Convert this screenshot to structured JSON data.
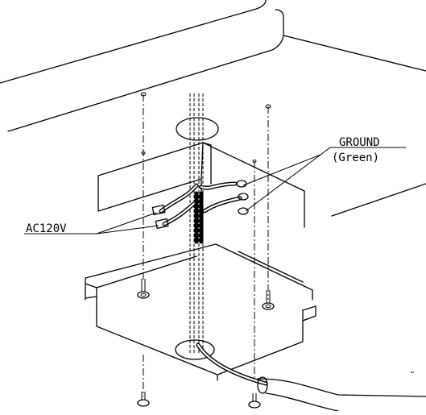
{
  "labels": {
    "ground": "GROUND",
    "ground_color": "(Green)",
    "voltage": "AC120V"
  }
}
